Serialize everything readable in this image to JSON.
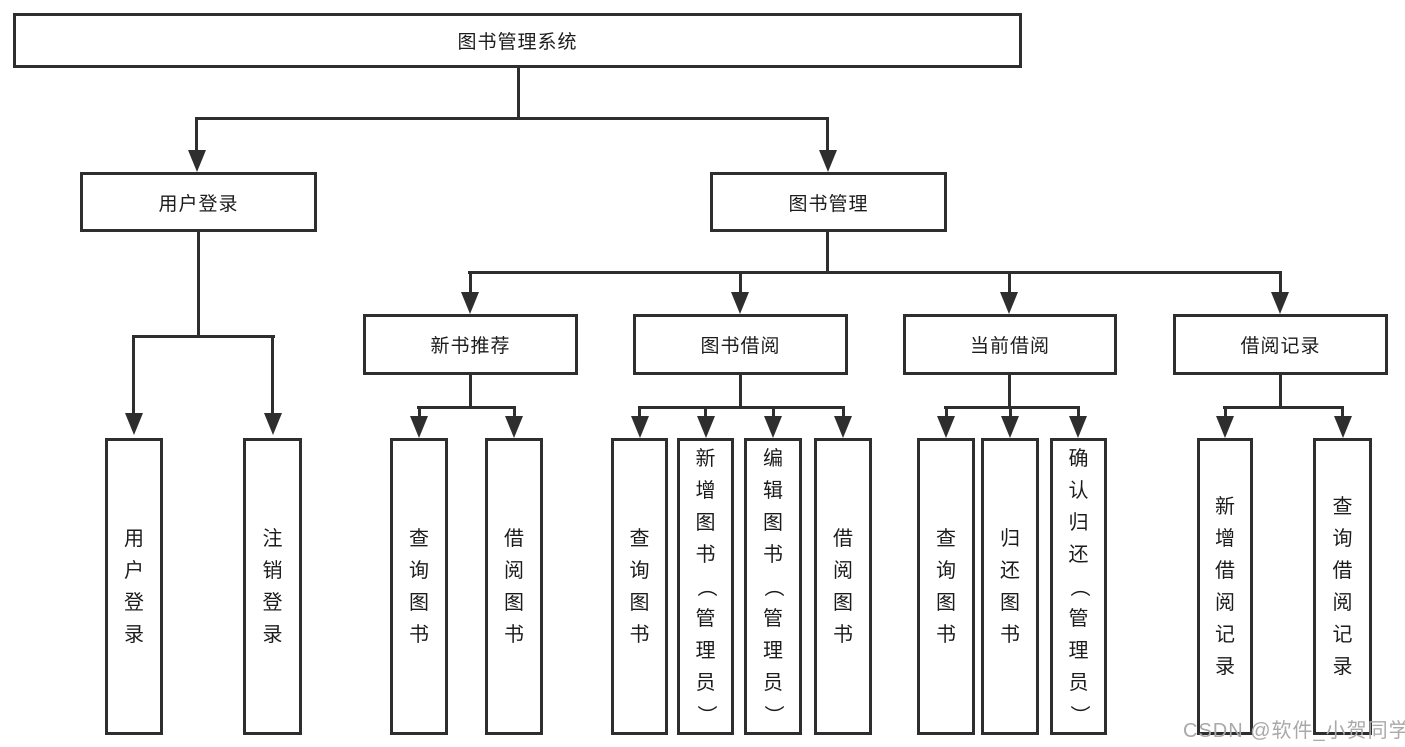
{
  "diagram": {
    "root_label": "图书管理系统",
    "user_login": {
      "label": "用户登录",
      "children": [
        "用户登录",
        "注销登录"
      ]
    },
    "book_mgmt": {
      "label": "图书管理",
      "children": [
        {
          "label": "新书推荐",
          "children": [
            "查询图书",
            "借阅图书"
          ]
        },
        {
          "label": "图书借阅",
          "children": [
            "查询图书",
            "新增图书（管理员）",
            "编辑图书（管理员）",
            "借阅图书"
          ]
        },
        {
          "label": "当前借阅",
          "children": [
            "查询图书",
            "归还图书",
            "确认归还（管理员）"
          ]
        },
        {
          "label": "借阅记录",
          "children": [
            "新增借阅记录",
            "查询借阅记录"
          ]
        }
      ]
    }
  },
  "watermark": {
    "text": "CSDN @软件_小贺同学"
  },
  "colors": {
    "line": "#2e2e2e",
    "text": "#1c1c1c",
    "watermark": "#a9a9a9",
    "background": "#ffffff"
  }
}
